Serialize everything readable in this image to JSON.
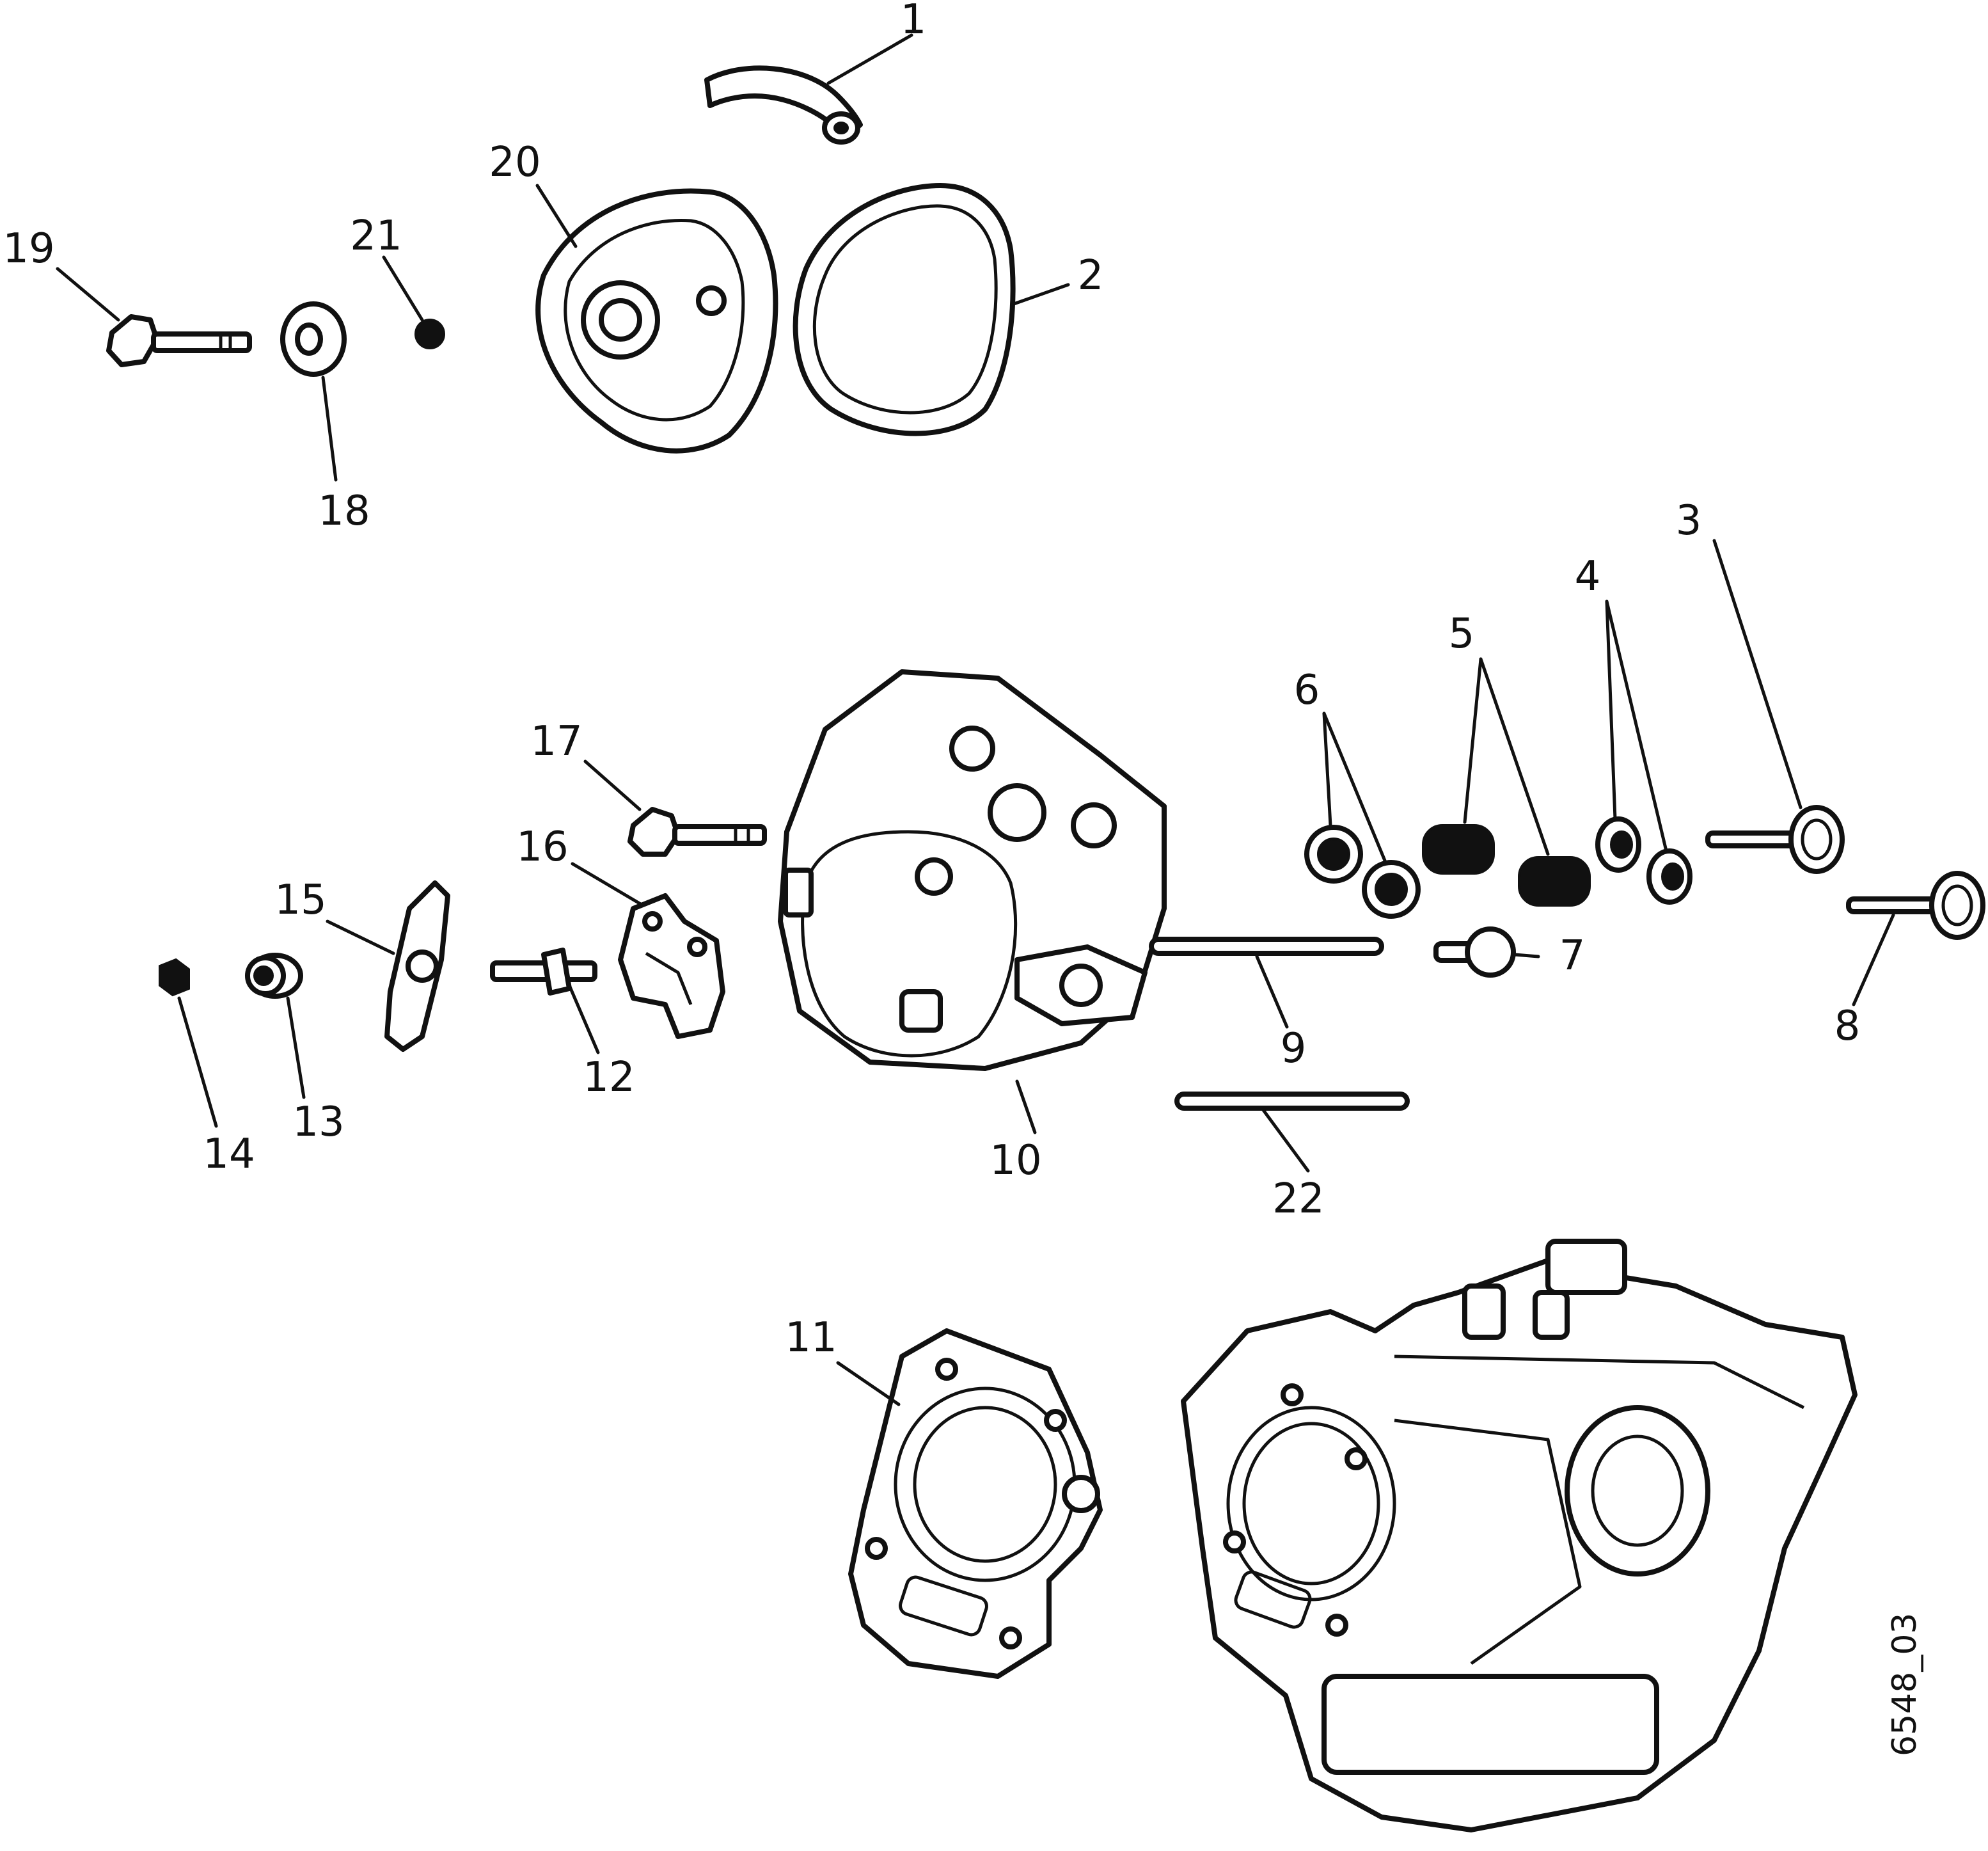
{
  "figure": {
    "drawing_id": "6548_03"
  },
  "callouts": [
    {
      "id": "c1",
      "label": "1"
    },
    {
      "id": "c2",
      "label": "2"
    },
    {
      "id": "c3",
      "label": "3"
    },
    {
      "id": "c4",
      "label": "4"
    },
    {
      "id": "c5",
      "label": "5"
    },
    {
      "id": "c6",
      "label": "6"
    },
    {
      "id": "c7",
      "label": "7"
    },
    {
      "id": "c8",
      "label": "8"
    },
    {
      "id": "c9",
      "label": "9"
    },
    {
      "id": "c10",
      "label": "10"
    },
    {
      "id": "c11",
      "label": "11"
    },
    {
      "id": "c12",
      "label": "12"
    },
    {
      "id": "c13",
      "label": "13"
    },
    {
      "id": "c14",
      "label": "14"
    },
    {
      "id": "c15",
      "label": "15"
    },
    {
      "id": "c16",
      "label": "16"
    },
    {
      "id": "c17",
      "label": "17"
    },
    {
      "id": "c18",
      "label": "18"
    },
    {
      "id": "c19",
      "label": "19"
    },
    {
      "id": "c20",
      "label": "20"
    },
    {
      "id": "c21",
      "label": "21"
    },
    {
      "id": "c22",
      "label": "22"
    }
  ]
}
